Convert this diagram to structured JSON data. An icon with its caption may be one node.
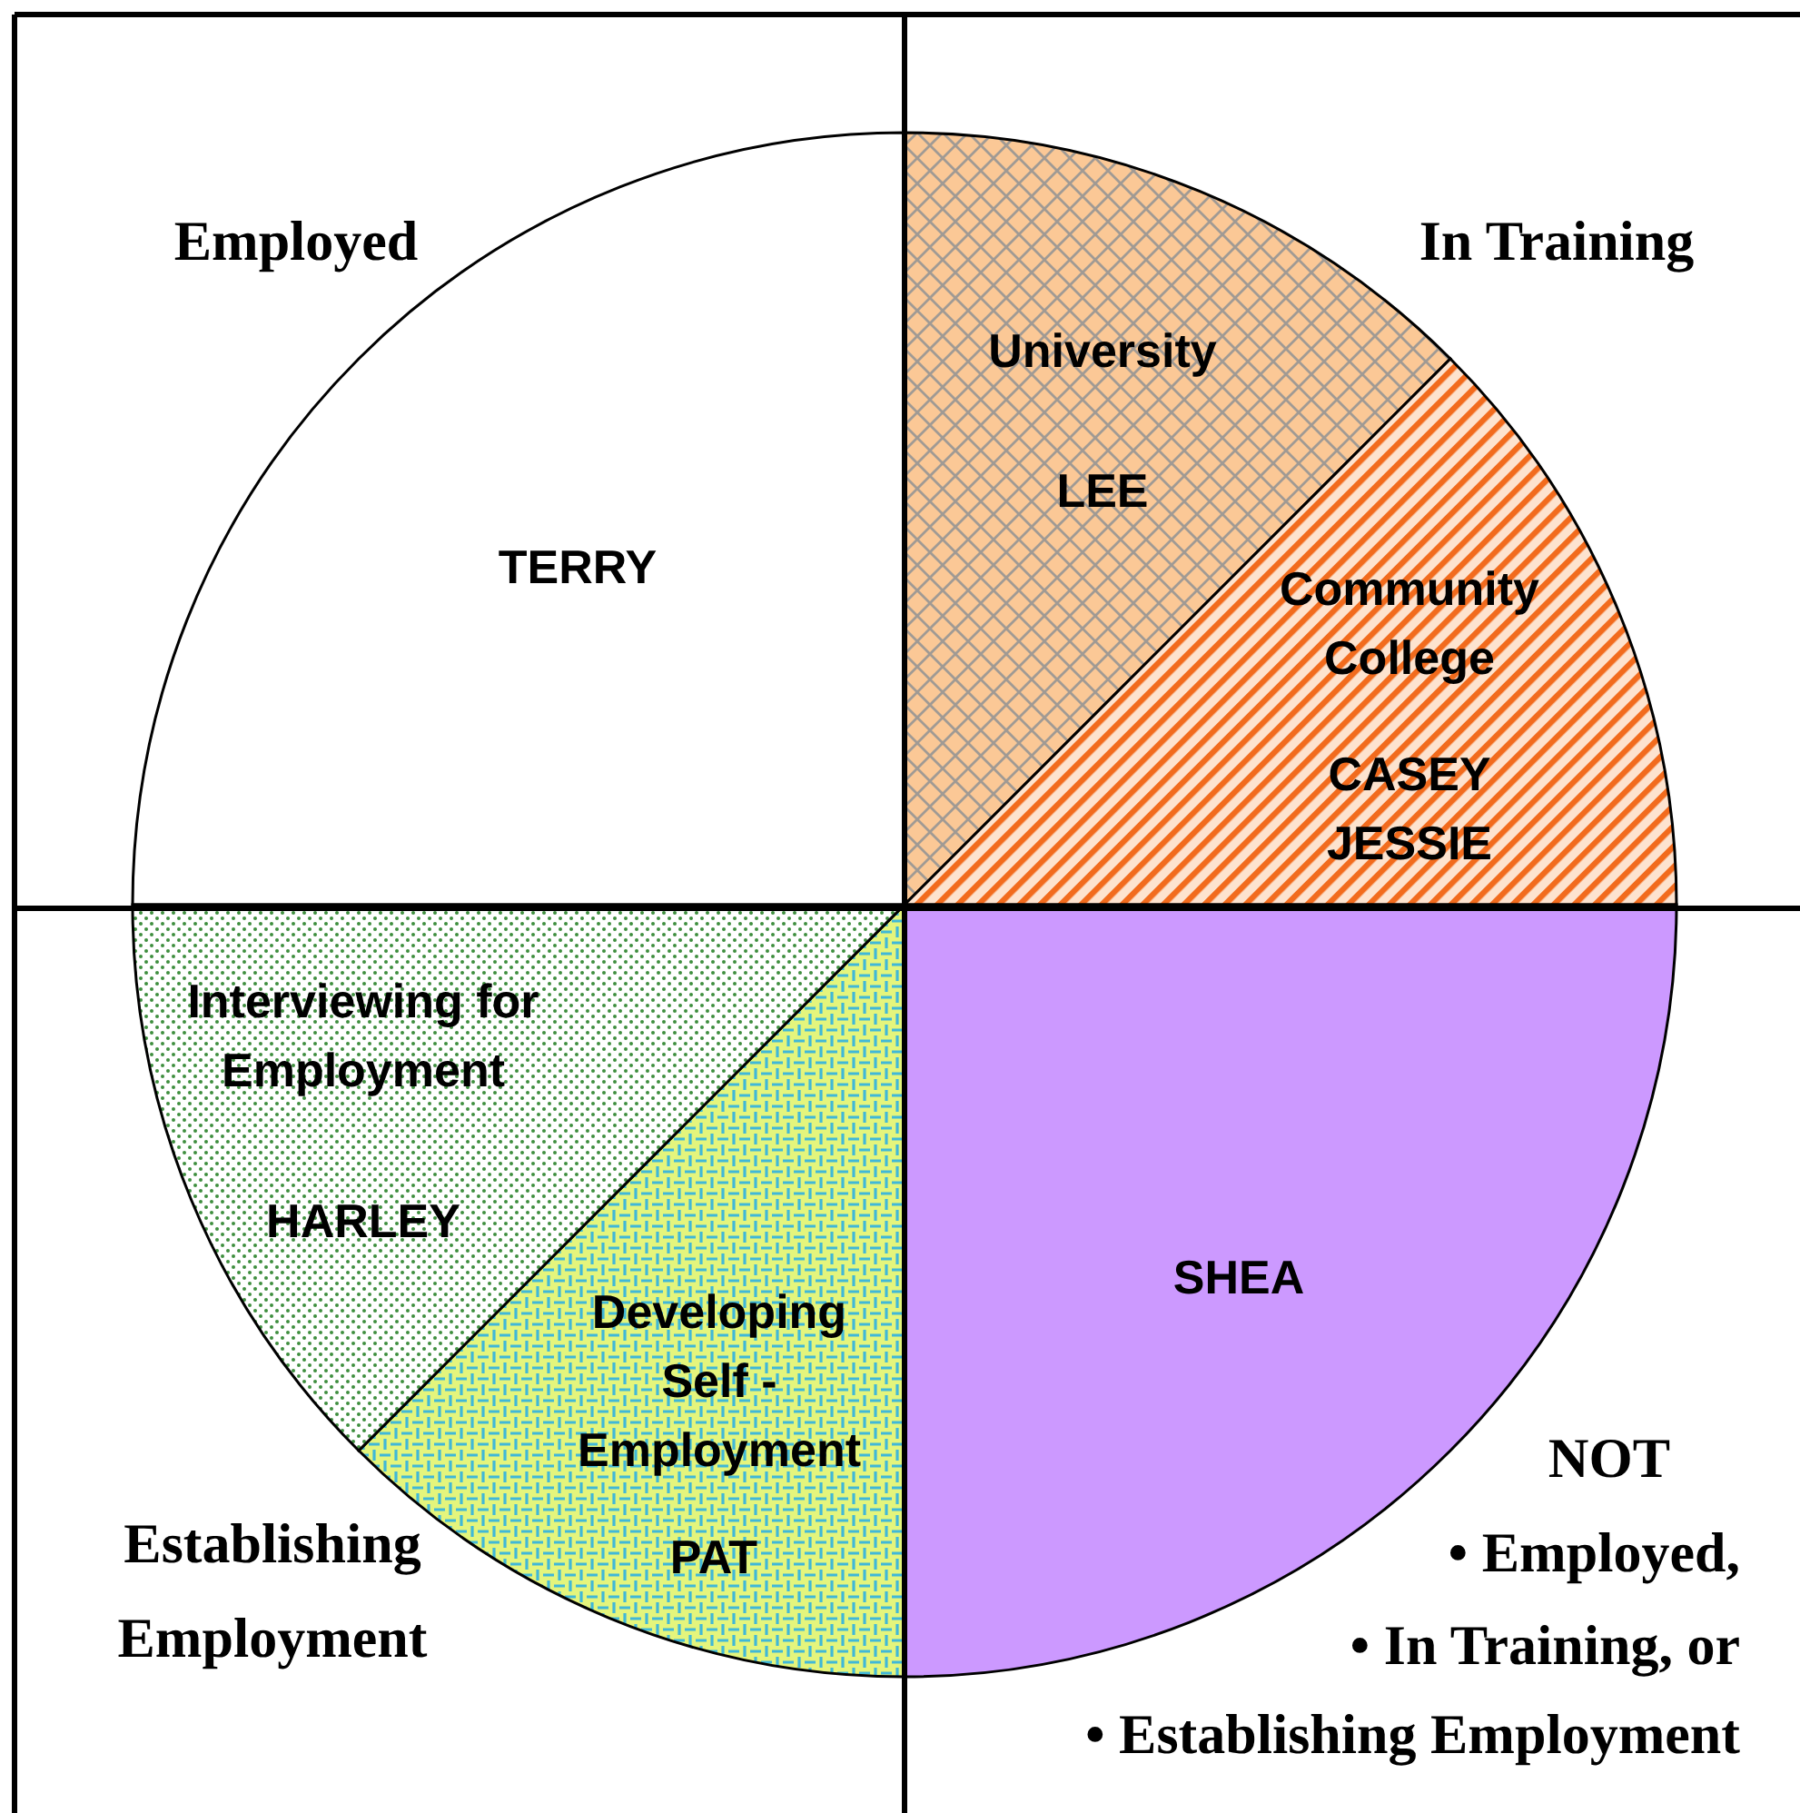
{
  "diagram": {
    "nodes": [
      {
        "text": [
          "TERRY"
        ]
      },
      {
        "text": [
          "University",
          "LEE"
        ]
      },
      {
        "text": [
          "Community College",
          "CASEY JESSIE"
        ]
      },
      {
        "text": [
          "SHEA"
        ]
      },
      {
        "text": [
          "Developing Self - Employment",
          "PAT"
        ]
      },
      {
        "text": [
          "Interviewing for Employment",
          "HARLEY"
        ]
      }
    ],
    "edges": [],
    "labels": [
      "Employed",
      "In Training",
      "Establishing Employment",
      "NOT",
      "• Employed,",
      "• In Training, or",
      "• Establishing Employment"
    ]
  }
}
